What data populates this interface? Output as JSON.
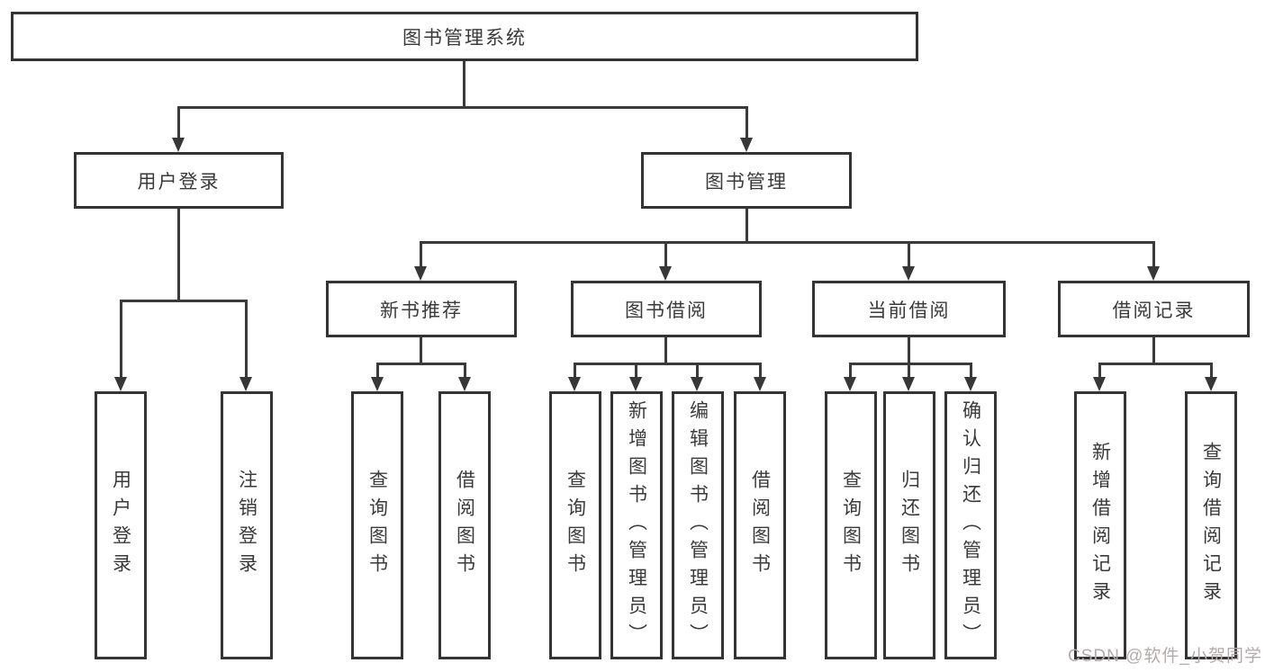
{
  "tree": {
    "root": "图书管理系统",
    "branches": [
      {
        "label": "用户登录",
        "leaves": [
          "用户登录",
          "注销登录"
        ]
      },
      {
        "label": "图书管理",
        "sections": [
          {
            "label": "新书推荐",
            "leaves": [
              "查询图书",
              "借阅图书"
            ]
          },
          {
            "label": "图书借阅",
            "leaves": [
              "查询图书",
              "新增图书（管理员）",
              "编辑图书（管理员）",
              "借阅图书"
            ]
          },
          {
            "label": "当前借阅",
            "leaves": [
              "查询图书",
              "归还图书",
              "确认归还（管理员）"
            ]
          },
          {
            "label": "借阅记录",
            "leaves": [
              "新增借阅记录",
              "查询借阅记录"
            ]
          }
        ]
      }
    ]
  },
  "watermark": {
    "text": "CSDN @软件_小贺同学"
  },
  "colors": {
    "line": "#3a3a3a",
    "box_border": "#343434",
    "text": "#3a3a3a",
    "watermark": "#b3abab",
    "background": "#ffffff"
  }
}
